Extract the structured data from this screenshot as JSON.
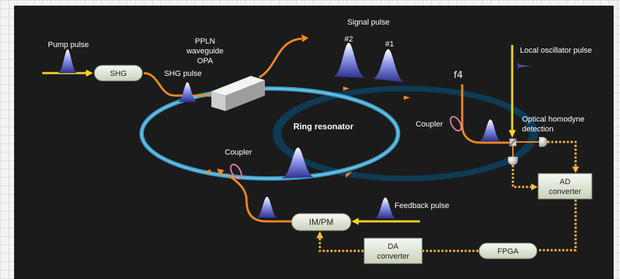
{
  "labels": {
    "pump_pulse": "Pump pulse",
    "shg": "SHG",
    "shg_pulse": "SHG pulse",
    "ppln_line1": "PPLN",
    "ppln_line2": "waveguide",
    "ppln_line3": "OPA",
    "signal_pulse": "Signal pulse",
    "signal_num2": "#2",
    "signal_num1": "#1",
    "local_oscillator": "Local oscillator pulse",
    "f4": "f4",
    "ring_resonator": "Ring resonator",
    "coupler_right": "Coupler",
    "coupler_left": "Coupler",
    "homodyne_line1": "Optical homodyne",
    "homodyne_line2": "detection",
    "ad_line1": "AD",
    "ad_line2": "converter",
    "feedback_pulse": "Feedback pulse",
    "impm": "IM/PM",
    "da_line1": "DA",
    "da_line2": "converter",
    "fpga": "FPGA"
  },
  "colors": {
    "background": "#1b1b1b",
    "fiber": "#f08a24",
    "pump_line": "#f5d327",
    "ring": "#3fa2cc",
    "signal_path": "#f7b93a",
    "box_fill": "#e9efe0",
    "pulse": "#5a63c8"
  }
}
